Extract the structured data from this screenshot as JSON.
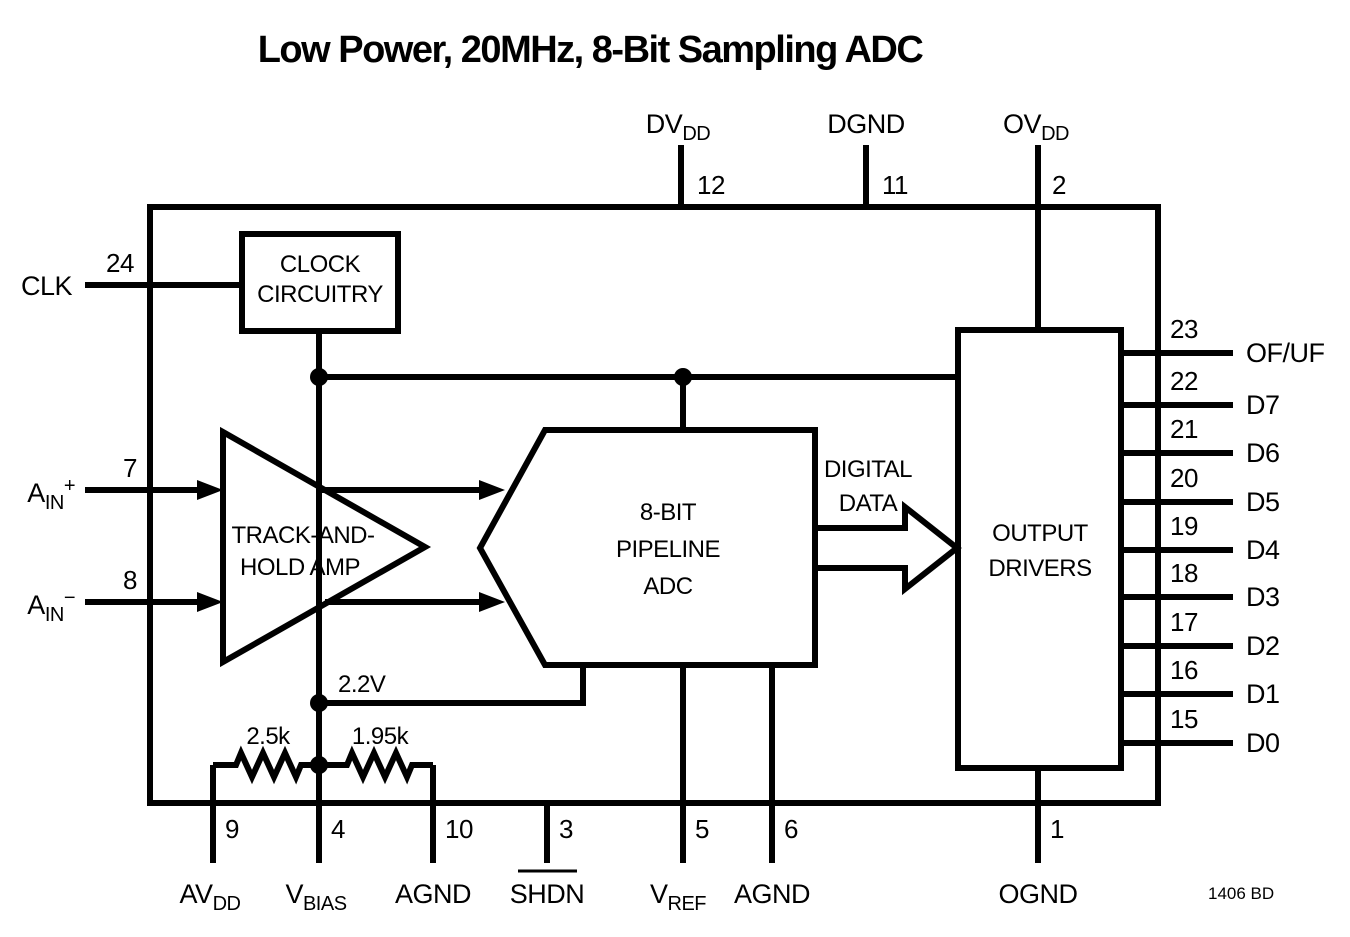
{
  "title": "Low Power, 20MHz, 8-Bit Sampling ADC",
  "figure_code": "1406 BD",
  "colors": {
    "ink": "#000000",
    "background": "#ffffff"
  },
  "blocks": {
    "clock": {
      "line1": "CLOCK",
      "line2": "CIRCUITRY"
    },
    "tha": {
      "line1": "TRACK-AND-",
      "line2": "HOLD AMP"
    },
    "adc": {
      "line1": "8-BIT",
      "line2": "PIPELINE",
      "line3": "ADC"
    },
    "drivers": {
      "line1": "OUTPUT",
      "line2": "DRIVERS"
    }
  },
  "annotations": {
    "digital_data_line1": "DIGITAL",
    "digital_data_line2": "DATA",
    "internal_voltage": "2.2V",
    "resistor_left": "2.5k",
    "resistor_right": "1.95k"
  },
  "pins": {
    "top": [
      {
        "num": "12",
        "main": "DV",
        "sub": "DD"
      },
      {
        "num": "11",
        "label": "DGND"
      },
      {
        "num": "2",
        "main": "OV",
        "sub": "DD"
      }
    ],
    "left": [
      {
        "num": "24",
        "label": "CLK"
      },
      {
        "num": "7",
        "main": "A",
        "sub": "IN",
        "sup": "+"
      },
      {
        "num": "8",
        "main": "A",
        "sub": "IN",
        "sup": "−"
      }
    ],
    "right": [
      {
        "num": "23",
        "label": "OF/UF"
      },
      {
        "num": "22",
        "label": "D7"
      },
      {
        "num": "21",
        "label": "D6"
      },
      {
        "num": "20",
        "label": "D5"
      },
      {
        "num": "19",
        "label": "D4"
      },
      {
        "num": "18",
        "label": "D3"
      },
      {
        "num": "17",
        "label": "D2"
      },
      {
        "num": "16",
        "label": "D1"
      },
      {
        "num": "15",
        "label": "D0"
      }
    ],
    "bottom": [
      {
        "num": "9",
        "main": "AV",
        "sub": "DD"
      },
      {
        "num": "4",
        "main": "V",
        "sub": "BIAS"
      },
      {
        "num": "10",
        "label": "AGND"
      },
      {
        "num": "3",
        "label": "SHDN",
        "overline": true
      },
      {
        "num": "5",
        "main": "V",
        "sub": "REF"
      },
      {
        "num": "6",
        "label": "AGND"
      },
      {
        "num": "1",
        "label": "OGND"
      }
    ]
  }
}
